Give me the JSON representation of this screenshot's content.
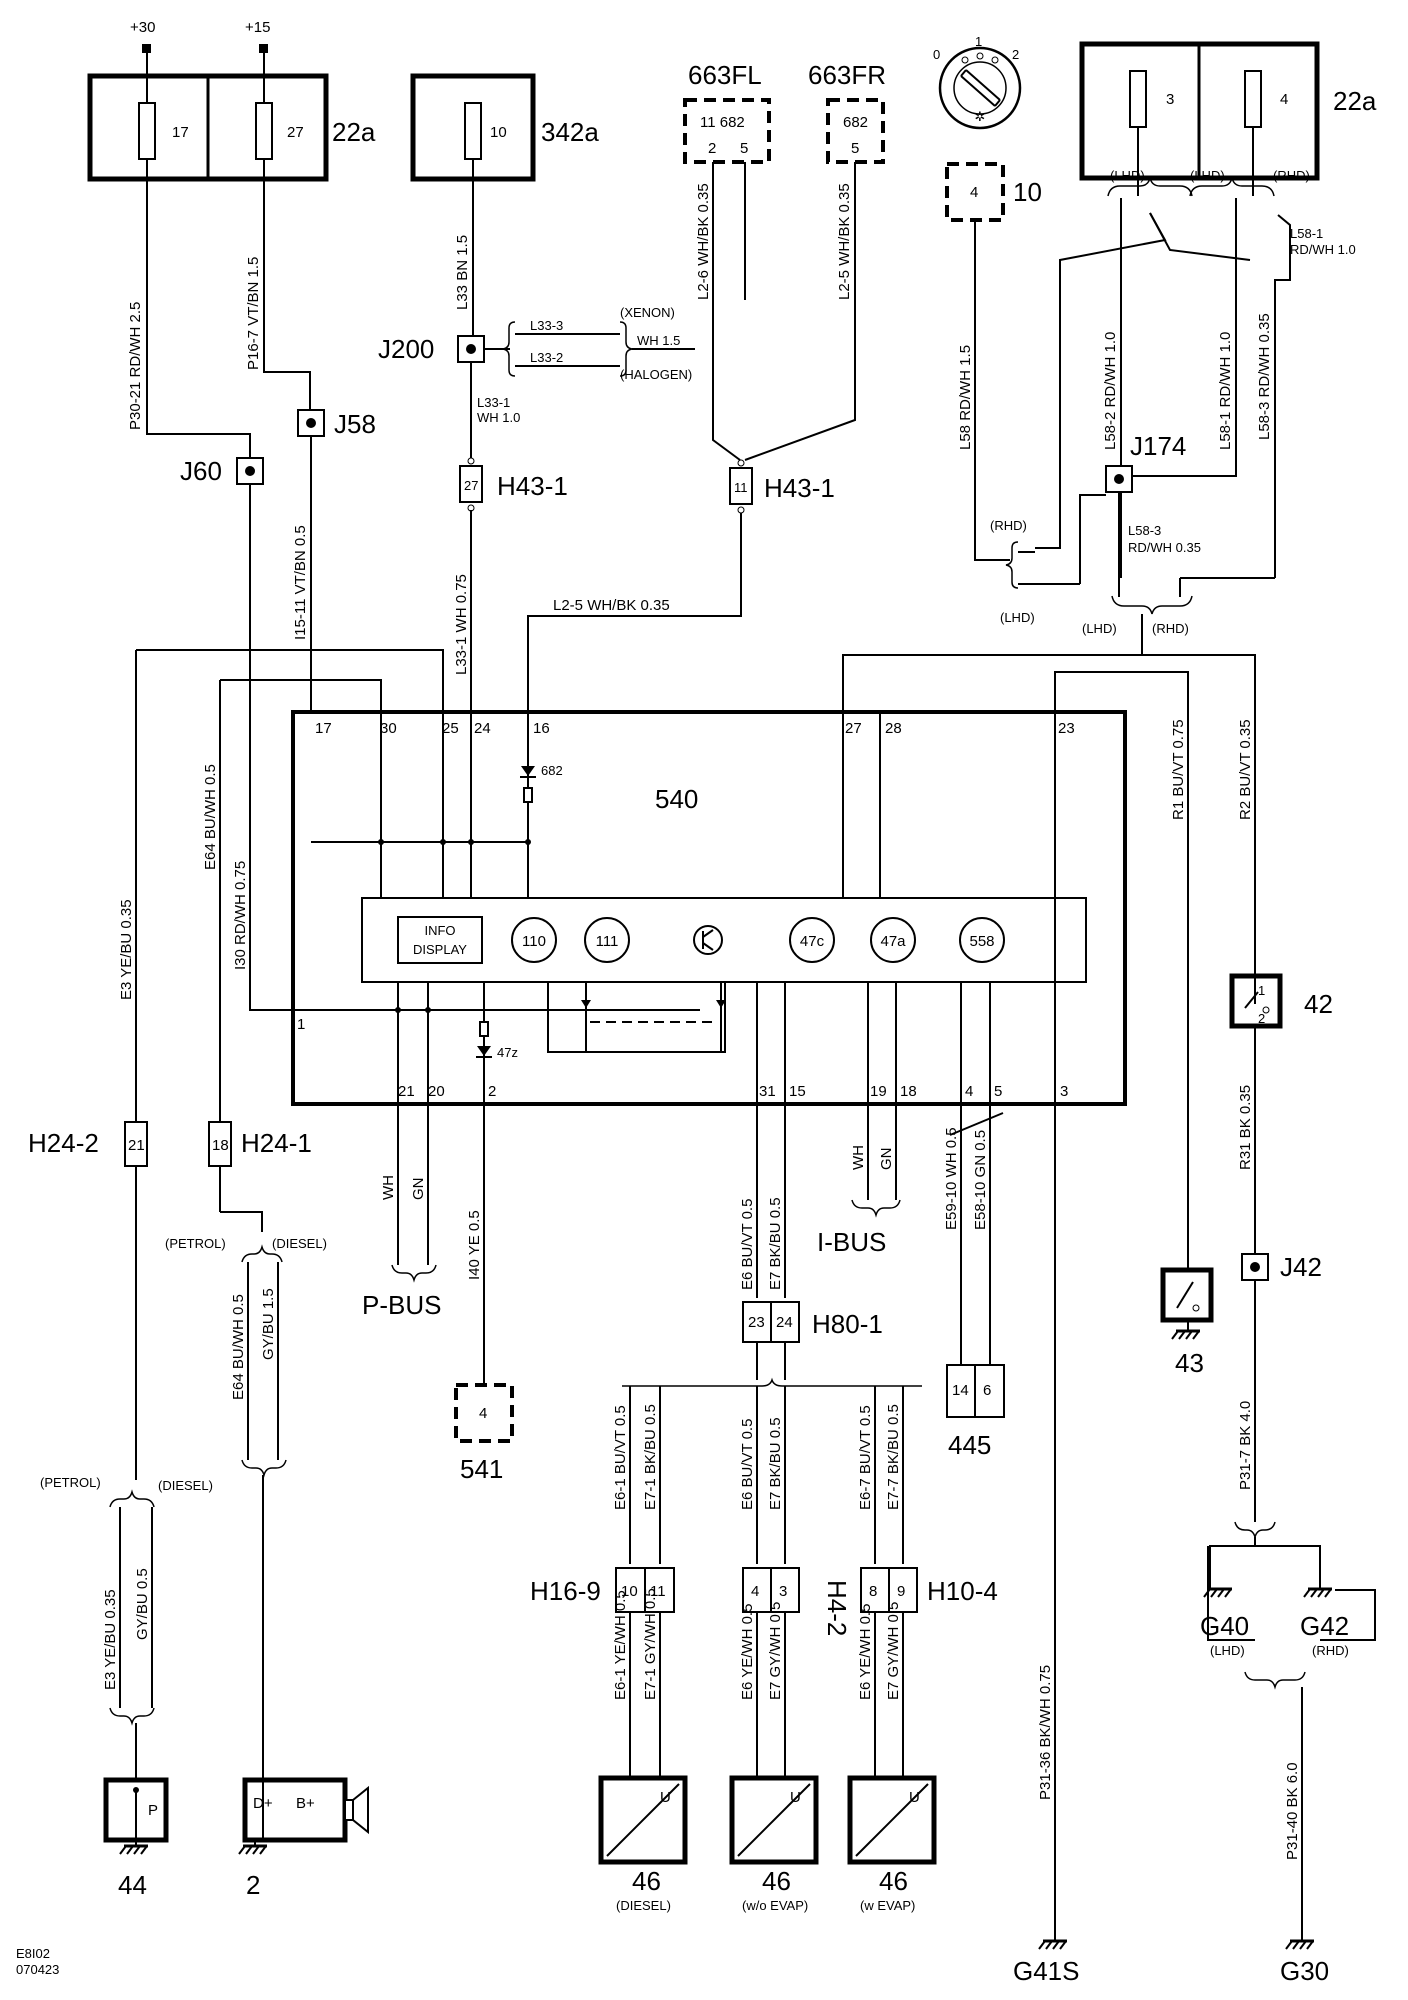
{
  "diagram_id": "E8I02",
  "diagram_date": "070423",
  "supply": {
    "plus30": "+30",
    "plus15": "+15"
  },
  "fuseboxes": {
    "fb_22a_left": {
      "label": "22a",
      "fuses": [
        "17",
        "27"
      ]
    },
    "fb_342a": {
      "label": "342a",
      "fuse": "10"
    },
    "fb_22a_right": {
      "label": "22a",
      "fuses": [
        "3",
        "4"
      ]
    }
  },
  "connectors": {
    "c663fl": {
      "label": "663FL",
      "top": "11  682",
      "pins": [
        "2",
        "5"
      ]
    },
    "c663fr": {
      "label": "663FR",
      "top": "682",
      "pins": [
        "5"
      ]
    },
    "c10": {
      "label": "10",
      "pin": "4"
    },
    "c541": {
      "label": "541",
      "pin": "4"
    }
  },
  "ignition": {
    "positions": [
      "0",
      "1",
      "2"
    ]
  },
  "junctions": {
    "j200": "J200",
    "j58": "J58",
    "j60": "J60",
    "j174": "J174",
    "j42": "J42",
    "h43_1a": "H43-1",
    "h43_1a_pin": "27",
    "h43_1b": "H43-1",
    "h43_1b_pin": "11",
    "h24_2": "H24-2",
    "h24_2_pin": "21",
    "h24_1": "H24-1",
    "h24_1_pin": "18",
    "h80_1": "H80-1",
    "h80_1_pins": [
      "23",
      "24"
    ],
    "h16_9": "H16-9",
    "h16_9_pins": [
      "10",
      "11"
    ],
    "h4_2": "H4-2",
    "h4_2_pins": [
      "4",
      "3"
    ],
    "h10_4": "H10-4",
    "h10_4_pins": [
      "8",
      "9"
    ],
    "c445": "445",
    "c445_pins": [
      "14",
      "6"
    ]
  },
  "wires": {
    "p30_21": "P30-21  RD/WH  2.5",
    "p16_7": "P16-7  VT/BN  1.5",
    "l33": "L33  BN  1.5",
    "l33_3": "L33-3",
    "l33_2": "L33-2",
    "xenon": "(XENON)",
    "wh15": "WH  1.5",
    "halogen": "(HALOGEN)",
    "l33_1a": "L33-1",
    "l33_1b": "WH 1.0",
    "l2_6": "L2-6  WH/BK  0.35",
    "l2_5v": "L2-5  WH/BK  0.35",
    "lhd1": "(LHD)",
    "lhd2": "(LHD)",
    "rhd1": "(RHD)",
    "l58_1a": "L58-1",
    "l58_1b": "RD/WH   1.0",
    "l58": "L58  RD/WH  1.5",
    "l58_2": "L58-2  RD/WH  1.0",
    "l58_1v": "L58-1  RD/WH  1.0",
    "l58_3v": "L58-3  RD/WH  0.35",
    "rhd2": "(RHD)",
    "lhd3": "(LHD)",
    "l58_3a": "L58-3",
    "l58_3b": "RD/WH  0.35",
    "lhd4": "(LHD)",
    "rhd3": "(RHD)",
    "i15_11": "I15-11  VT/BN  0.5",
    "l33_1v": "L33-1  WH  0.75",
    "l2_5h": "L2-5  WH/BK  0.35",
    "e3": "E3  YE/BU  0.35",
    "e64": "E64  BU/WH  0.5",
    "i30": "I30  RD/WH  0.75",
    "r1": "R1  BU/VT  0.75",
    "r2": "R2  BU/VT  0.35",
    "r31": "R31  BK  0.35",
    "wh": "WH",
    "gn": "GN",
    "i40": "I40  YE  0.5",
    "e6": "E6  BU/VT  0.5",
    "e7": "E7  BK/BU  0.5",
    "wh2": "WH",
    "gn2": "GN",
    "e59_10": "E59-10  WH  0.5",
    "e58_10": "E58-10  GN  0.5",
    "petrol1": "(PETROL)",
    "diesel1": "(DIESEL)",
    "e64b": "E64  BU/WH  0.5",
    "gybu15": "GY/BU  1.5",
    "petrol2": "(PETROL)",
    "diesel2": "(DIESEL)",
    "e3b": "E3  YE/BU  0.35",
    "gybu05": "GY/BU  0.5",
    "p31_7": "P31-7  BK  4.0",
    "e6_1a": "E6-1  BU/VT  0.5",
    "e7_1a": "E7-1  BK/BU  0.5",
    "e6a": "E6  BU/VT  0.5",
    "e7a": "E7  BK/BU  0.5",
    "e6_7a": "E6-7  BU/VT  0.5",
    "e7_7a": "E7-7  BK/BU  0.5",
    "e6_1b": "E6-1  YE/WH  0.5",
    "e7_1b": "E7-1  GY/WH  0.5",
    "e6b": "E6  YE/WH  0.5",
    "e7b": "E7  GY/WH  0.5",
    "e6_7b": "E6  YE/WH  0.5",
    "e7_7b": "E7  GY/WH  0.5",
    "p31_36": "P31-36  BK/WH  0.75",
    "p31_40": "P31-40  BK  6.0"
  },
  "module": {
    "label": "540",
    "top_pins": [
      "17",
      "30",
      "25",
      "24",
      "16",
      "27",
      "28",
      "23"
    ],
    "bottom_pins": [
      "21",
      "20",
      "2",
      "31",
      "15",
      "19",
      "18",
      "4",
      "5",
      "3"
    ],
    "pin_left": "1",
    "led_top": "682",
    "led_bottom": "47z",
    "info_display": [
      "INFO",
      "DISPLAY"
    ],
    "indicators": [
      "110",
      "111",
      "47c",
      "47a",
      "558"
    ]
  },
  "buses": {
    "pbus": "P-BUS",
    "ibus": "I-BUS"
  },
  "components": {
    "c44": "44",
    "c44_sym": "P",
    "c2": "2",
    "c2_d": "D+",
    "c2_b": "B+",
    "c43": "43",
    "c42": "42",
    "c42_p1": "1",
    "c42_p2": "2",
    "c445": "445",
    "sensor_u": "U",
    "s46a": "46",
    "s46a_note": "(DIESEL)",
    "s46b": "46",
    "s46b_note": "(w/o EVAP)",
    "s46c": "46",
    "s46c_note": "(w EVAP)"
  },
  "grounds": {
    "g40": "G40",
    "g40_note": "(LHD)",
    "g42": "G42",
    "g42_note": "(RHD)",
    "g41s": "G41S",
    "g30": "G30"
  }
}
